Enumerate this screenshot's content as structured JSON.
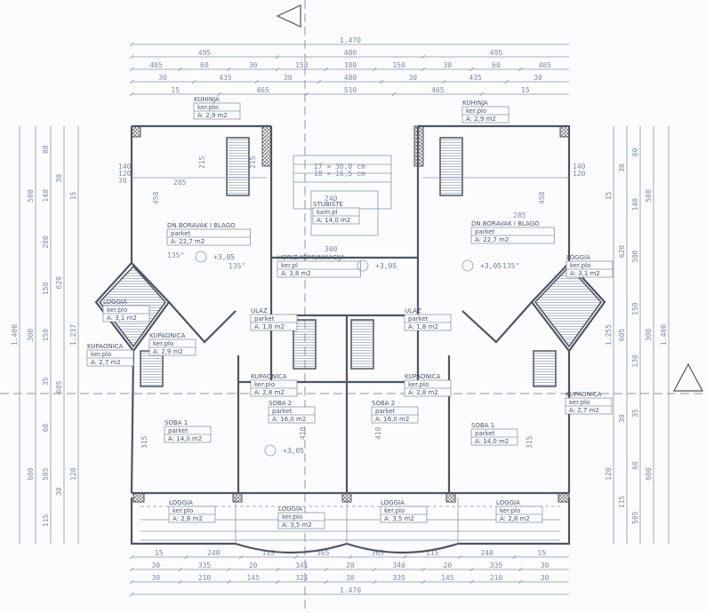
{
  "colors": {
    "wall": "#4f5563",
    "dimension": "#7f8aa3",
    "background": "#fbfcfd"
  },
  "dimensions": {
    "top": [
      [
        "1.470"
      ],
      [
        "495",
        "480",
        "495"
      ],
      [
        "405",
        "60",
        "30",
        "150",
        "180",
        "150",
        "30",
        "60",
        "405"
      ],
      [
        "30",
        "435",
        "30",
        "480",
        "30",
        "435",
        "30"
      ],
      [
        "15",
        "465",
        "510",
        "465",
        "15"
      ]
    ],
    "bottom": [
      [
        "15",
        "240",
        "115",
        "365",
        "365",
        "115",
        "240",
        "15"
      ],
      [
        "30",
        "335",
        "20",
        "341",
        "20",
        "340",
        "20",
        "335",
        "30"
      ],
      [
        "30",
        "210",
        "145",
        "321",
        "30",
        "335",
        "145",
        "210",
        "30"
      ],
      [
        "1.470"
      ]
    ],
    "left": [
      [
        "1.400"
      ],
      [
        "500",
        "300",
        "600"
      ],
      [
        "80",
        "140",
        "280",
        "150",
        "150",
        "35",
        "60",
        "505",
        "115"
      ],
      [
        "30",
        "620",
        "605",
        "30"
      ],
      [
        "15",
        "1.237",
        "120"
      ]
    ],
    "right": [
      [
        "15",
        "1.255",
        "120"
      ],
      [
        "30",
        "620",
        "605",
        "30",
        "115"
      ],
      [
        "80",
        "140",
        "380",
        "150",
        "130",
        "35",
        "60",
        "505"
      ],
      [
        "500",
        "300",
        "600"
      ],
      [
        "1.400"
      ]
    ]
  },
  "rooms": [
    {
      "name": "KUHINJA",
      "floor": "ker.plo.",
      "area": "A: 2,9 m2"
    },
    {
      "name": "DN.BORAVAK I BLAGO",
      "floor": "parket",
      "area": "A: 22,7 m2"
    },
    {
      "name": "LOGGIA",
      "floor": "ker.plo",
      "area": "A: 3,1 m2"
    },
    {
      "name": "KUPAONICA",
      "floor": "ker.plo",
      "area": "A: 2,9 m2"
    },
    {
      "name": "KUPAONICA",
      "floor": "ker.plo",
      "area": "A: 2,7 m2"
    },
    {
      "name": "ULAZ",
      "floor": "parket",
      "area": "A: 1,8 m2"
    },
    {
      "name": "HORIZ.KOMUNIKACIJA",
      "floor": "ker.pl",
      "area": "A: 3,8 m2"
    },
    {
      "name": "STUBIŠTE",
      "floor": "kam.pl",
      "area": "A: 14,0 m2"
    },
    {
      "name": "KUPAONICA",
      "floor": "ker.plo",
      "area": "A: 2,8 m2"
    },
    {
      "name": "SOBA 2",
      "floor": "parket",
      "area": "A: 16,0 m2"
    },
    {
      "name": "SOBA 1",
      "floor": "parket",
      "area": "A: 14,0 m2"
    },
    {
      "name": "LOGGIA",
      "floor": "ker.plo",
      "area": "A: 2,8 m2"
    },
    {
      "name": "LOGGIA",
      "floor": "ker.plo",
      "area": "A: 3,5 m2"
    },
    {
      "name": "KUHINJA",
      "floor": "ker.plo",
      "area": "A: 2,9 m2"
    },
    {
      "name": "DN.BORAVAK I BLAGO",
      "floor": "parket",
      "area": "A: 22,7 m2"
    },
    {
      "name": "LOGGIA",
      "floor": "ker.plo",
      "area": "A: 3,1 m2"
    },
    {
      "name": "ULAZ",
      "floor": "parket",
      "area": "A: 1,8 m2"
    },
    {
      "name": "KUPAONICA",
      "floor": "ker.plo",
      "area": "A: 2,8 m2"
    },
    {
      "name": "SOBA 2",
      "floor": "parket",
      "area": "A: 16,0 m2"
    },
    {
      "name": "SOBA 1",
      "floor": "parket",
      "area": "A: 14,0 m2"
    },
    {
      "name": "KUPAONICA",
      "floor": "ker.plo",
      "area": "A: 2,7 m2"
    },
    {
      "name": "LOGGIA",
      "floor": "ker.plo",
      "area": "A: 3,5 m2"
    },
    {
      "name": "LOGGIA",
      "floor": "ker.plo",
      "area": "A: 2,8 m2"
    }
  ],
  "elevations": [
    "+3,05",
    "+3,05",
    "+3,05",
    "+3,05"
  ],
  "stair_note": [
    "17 × 30,0 cm",
    "18 × 16,5 cm"
  ],
  "angles": [
    "135°",
    "135°",
    "135°"
  ],
  "inner_dims": [
    "140",
    "120",
    "30",
    "285",
    "215",
    "458",
    "240",
    "300",
    "410",
    "410",
    "285",
    "215",
    "458",
    "140",
    "120",
    "315",
    "315"
  ]
}
